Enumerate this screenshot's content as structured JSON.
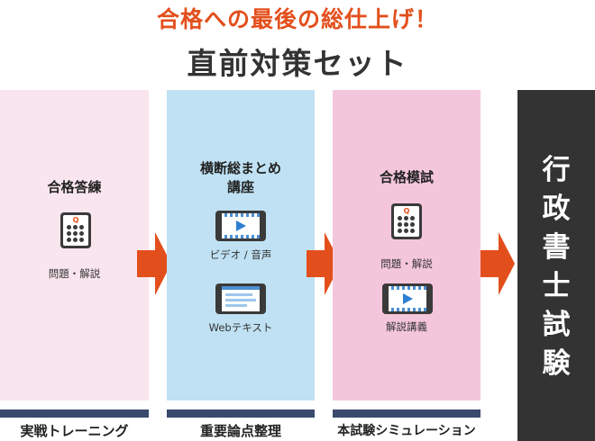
{
  "header": {
    "headline": "合格への最後の総仕上げ！",
    "title": "直前対策セット"
  },
  "columns": [
    {
      "title_lines": [
        "合格答練"
      ],
      "items": [
        {
          "icon": "quiz-phone-icon",
          "label": "問題・解説"
        }
      ],
      "footer": "実戦トレーニング"
    },
    {
      "title_lines": [
        "横断総まとめ",
        "講座"
      ],
      "items": [
        {
          "icon": "video-tablet-icon",
          "label": "ビデオ / 音声"
        },
        {
          "icon": "web-text-tablet-icon",
          "label": "Webテキスト"
        }
      ],
      "footer": "重要論点整理"
    },
    {
      "title_lines": [
        "合格模試"
      ],
      "items": [
        {
          "icon": "quiz-phone-icon",
          "label": "問題・解説"
        },
        {
          "icon": "video-tablet-icon",
          "label": "解説講義"
        }
      ],
      "footer": "本試験シミュレーション"
    }
  ],
  "goal": {
    "chars": [
      "行",
      "政",
      "書",
      "士",
      "試",
      "験"
    ]
  },
  "icons": {
    "quiz_mark": "Q"
  },
  "colors": {
    "accent": "#e34f1c",
    "col1_bg": "#f9e5ee",
    "col2_bg": "#bfe1f3",
    "col3_bg": "#f4c6dc",
    "goal_bg": "#333333",
    "footer_bar": "#3a4a6d"
  }
}
